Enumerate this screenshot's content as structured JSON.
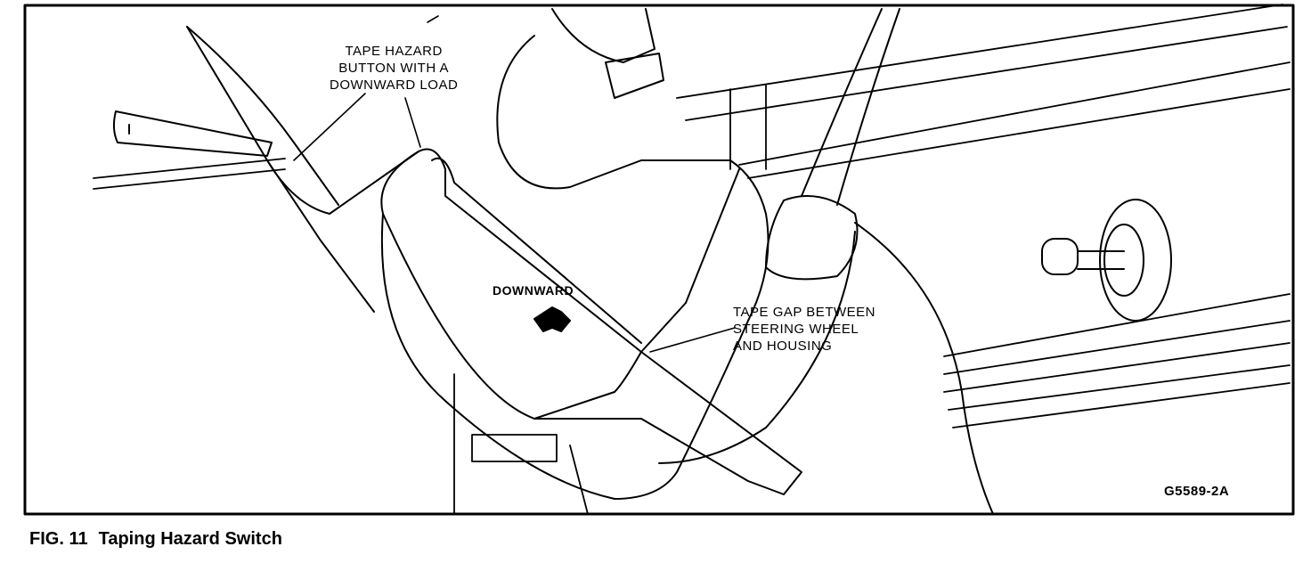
{
  "figure": {
    "number_label": "FIG. 11",
    "title": "Taping Hazard Switch",
    "code": "G5589-2A"
  },
  "callouts": {
    "tape_hazard": [
      "TAPE HAZARD",
      "BUTTON WITH A",
      "DOWNWARD LOAD"
    ],
    "downward": "DOWNWARD",
    "tape_gap": [
      "TAPE GAP BETWEEN",
      "STEERING WHEEL",
      "AND HOUSING"
    ]
  }
}
